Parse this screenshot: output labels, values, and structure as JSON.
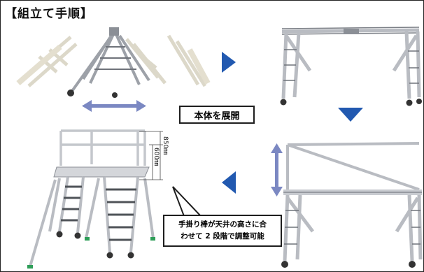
{
  "title": "【組立て手順】",
  "step_label": "本体を展開",
  "note": {
    "line1": "手掛り棒が天井の高さに合",
    "line2": "わせて 2 段階で調整可能"
  },
  "dimensions": {
    "upper": "850㎜",
    "lower": "600㎜"
  },
  "colors": {
    "arrow_blue": "#2259b0",
    "double_arrow": "#7b88c2",
    "frame_metal": "#b9bcc2",
    "frame_dark": "#55585e",
    "cap_green": "#2e9e58"
  }
}
